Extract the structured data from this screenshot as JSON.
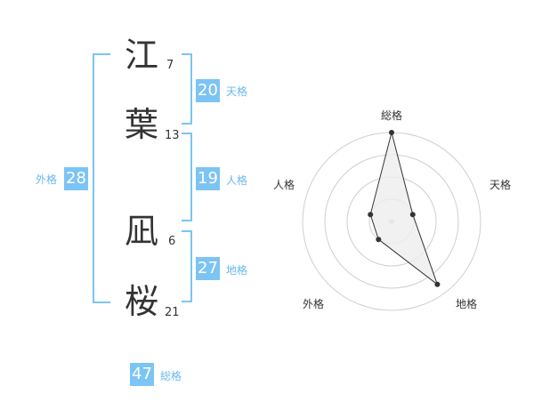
{
  "name_chars": [
    {
      "char": "江",
      "strokes": "7"
    },
    {
      "char": "葉",
      "strokes": "13"
    },
    {
      "char": "凪",
      "strokes": "6"
    },
    {
      "char": "桜",
      "strokes": "21"
    }
  ],
  "kakusu": {
    "tenkaku": {
      "value": "20",
      "label": "天格"
    },
    "jinkaku": {
      "value": "19",
      "label": "人格"
    },
    "chikaku": {
      "value": "27",
      "label": "地格"
    },
    "gaikaku": {
      "value": "28",
      "label": "外格"
    },
    "soukaku": {
      "value": "47",
      "label": "総格"
    }
  },
  "radar": {
    "axes": [
      "総格",
      "天格",
      "地格",
      "外格",
      "人格"
    ],
    "values": [
      4.0,
      1.0,
      3.5,
      1.0,
      1.0
    ],
    "max": 4,
    "colors": {
      "grid": "#cfcfcf",
      "line": "#333333",
      "fill": "#eeeeee",
      "center": "#cccccc"
    }
  },
  "colors": {
    "accent": "#7cc4f4"
  }
}
